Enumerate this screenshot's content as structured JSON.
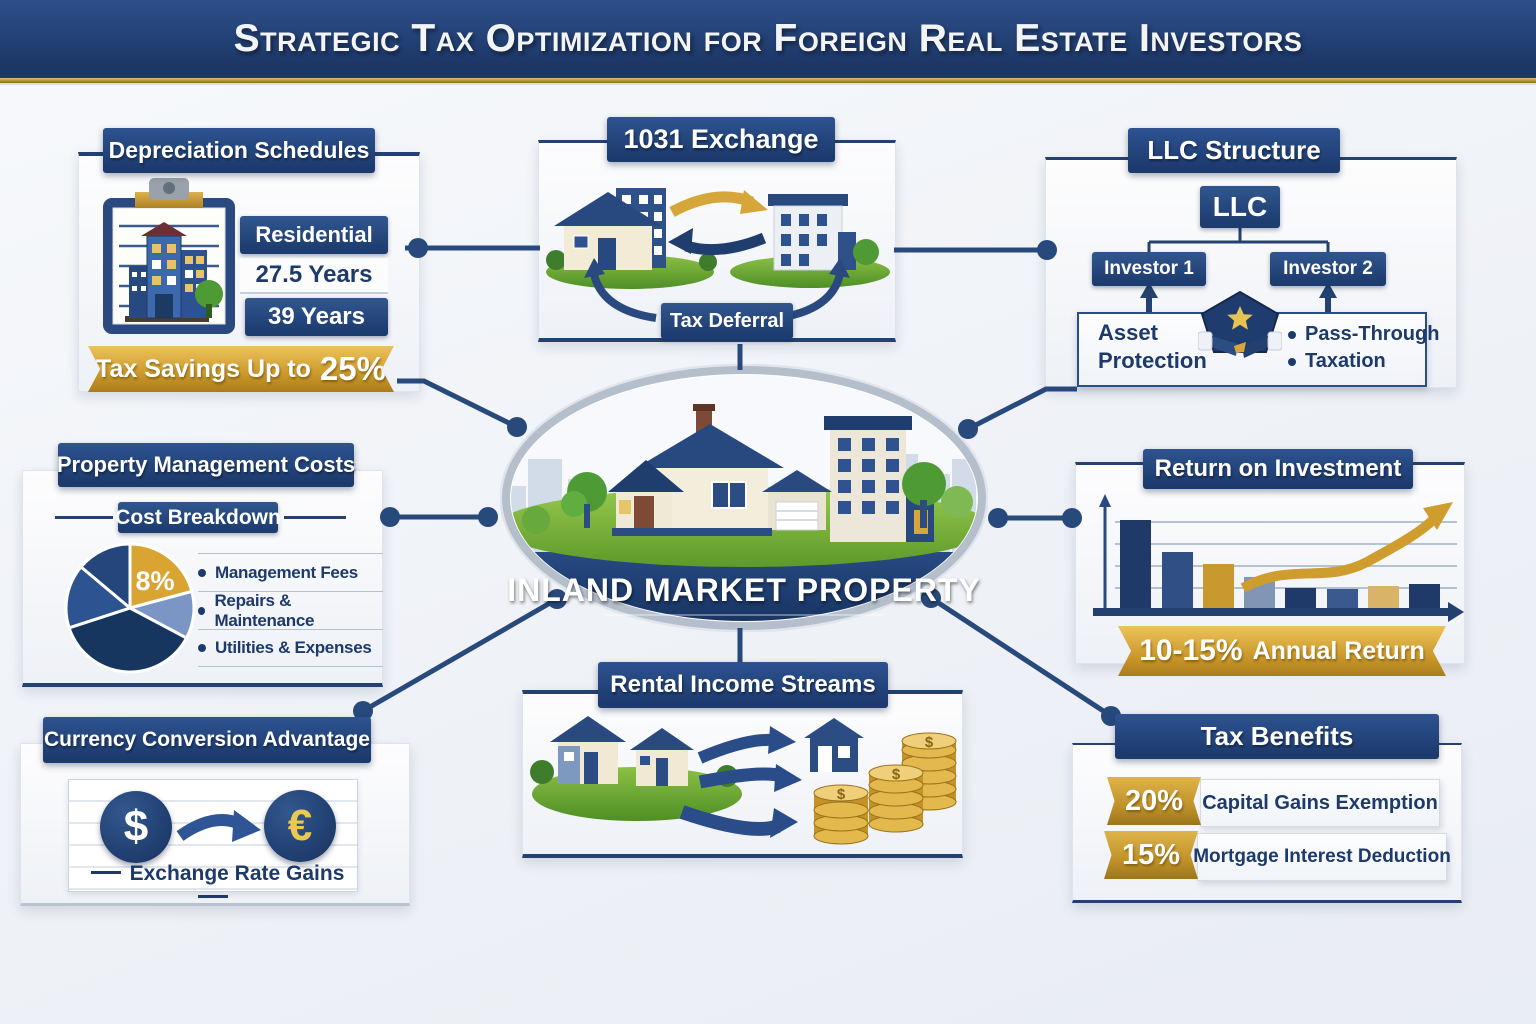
{
  "banner": {
    "title": "Strategic Tax Optimization for Foreign Real Estate Investors"
  },
  "center": {
    "label": "INLAND MARKET PROPERTY"
  },
  "depreciation": {
    "title": "Depreciation Schedules",
    "residential": "Residential",
    "res_years": "27.5 Years",
    "com_years": "39 Years",
    "ribbon_prefix": "Tax Savings Up to",
    "ribbon_value": "25%"
  },
  "exchange": {
    "title": "1031 Exchange",
    "deferral": "Tax Deferral"
  },
  "llc": {
    "title": "LLC Structure",
    "root": "LLC",
    "investor1": "Investor 1",
    "investor2": "Investor 2",
    "asset_line1": "Asset",
    "asset_line2": "Protection",
    "bullet1": "Pass-Through",
    "bullet2": "Taxation"
  },
  "management": {
    "title": "Property Management Costs",
    "subtitle": "Cost Breakdown",
    "pie_label": "8%",
    "items": [
      "Management Fees",
      "Repairs & Maintenance",
      "Utilities & Expenses"
    ]
  },
  "roi": {
    "title": "Return on Investment",
    "ribbon_value": "10-15%",
    "ribbon_suffix": "Annual Return"
  },
  "currency": {
    "title": "Currency Conversion Advantage",
    "from": "$",
    "to": "€",
    "caption": "Exchange Rate Gains"
  },
  "rental": {
    "title": "Rental Income Streams",
    "coin_symbol": "$"
  },
  "tax": {
    "title": "Tax Benefits",
    "items": [
      {
        "pct": "20%",
        "label": "Capital Gains Exemption"
      },
      {
        "pct": "15%",
        "label": "Mortgage Interest Deduction"
      }
    ]
  },
  "colors": {
    "navy": "#1e3c72",
    "gold": "#c9992e",
    "panel": "#f2f4f8",
    "grass_green": "#6fae3a"
  },
  "chart_data": [
    {
      "type": "pie",
      "title": "Cost Breakdown",
      "slices": [
        {
          "label": "8%",
          "approx_percent": 21,
          "color": "#d9a431"
        },
        {
          "label": "",
          "approx_percent": 12,
          "color": "#7b96c4"
        },
        {
          "label": "",
          "approx_percent": 37,
          "color": "#16355f"
        },
        {
          "label": "",
          "approx_percent": 16,
          "color": "#2e5391"
        },
        {
          "label": "",
          "approx_percent": 14,
          "color": "#24467d"
        }
      ],
      "callouts": [
        "Management Fees",
        "Repairs & Maintenance",
        "Utilities & Expenses"
      ],
      "legend_position": "right"
    },
    {
      "type": "bar",
      "title": "Return on Investment",
      "values_relative": [
        90,
        58,
        46,
        33,
        22,
        21,
        24,
        26
      ],
      "colors": [
        "#1f3a68",
        "#2f4f85",
        "#c8992f",
        "#8195b5",
        "#1f3a68",
        "#3a5a8f",
        "#d9b468",
        "#1f3a68"
      ],
      "gridlines": 4,
      "trend_annotation": "rising gold arrow",
      "caption": "10-15% Annual Return"
    }
  ]
}
